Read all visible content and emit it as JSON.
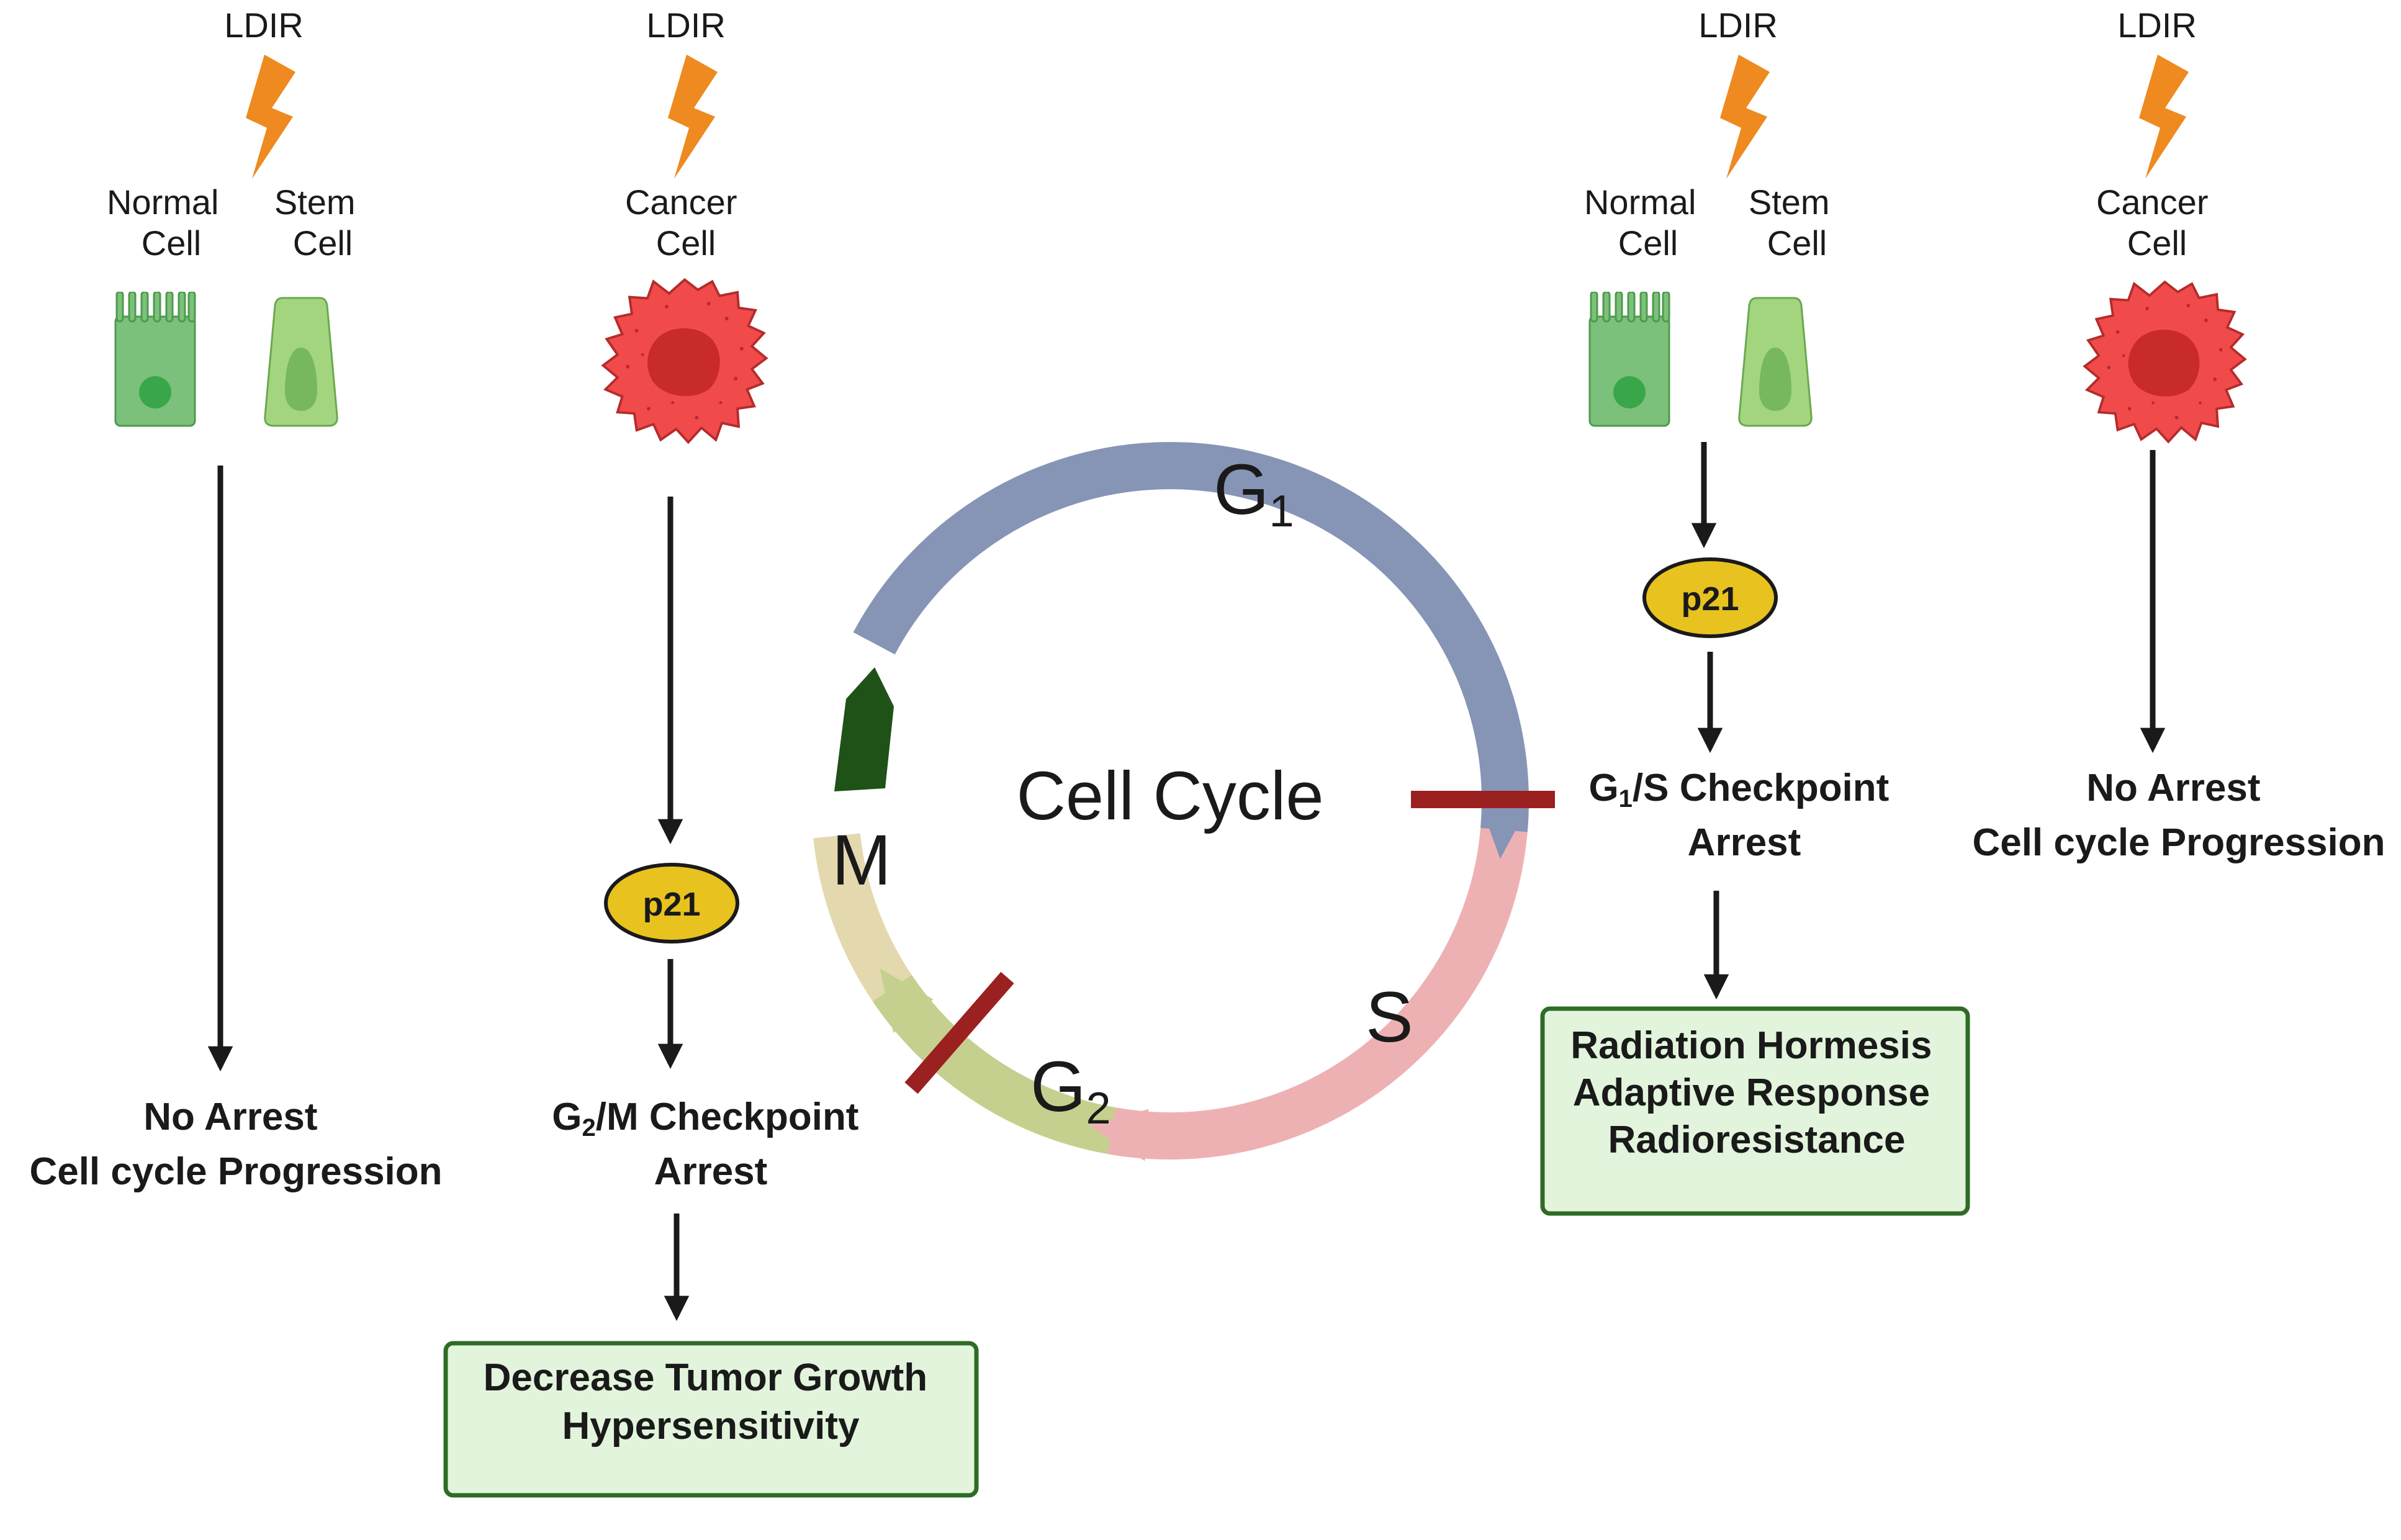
{
  "ldir_label": "LDIR",
  "panels": {
    "normal_stem_left": {
      "normal_label": [
        "Normal",
        "Cell"
      ],
      "stem_label": [
        "Stem",
        "Cell"
      ],
      "outcome": [
        "No Arrest",
        "Cell cycle Progression"
      ]
    },
    "cancer_left": {
      "cancer_label": [
        "Cancer",
        "Cell"
      ],
      "protein": "p21",
      "checkpoint_prefix": "G",
      "checkpoint_sub": "2",
      "checkpoint_suffix": "/M Checkpoint",
      "checkpoint_line2": "Arrest",
      "result_box": [
        "Decrease Tumor Growth",
        "Hypersensitivity"
      ]
    },
    "normal_stem_right": {
      "normal_label": [
        "Normal",
        "Cell"
      ],
      "stem_label": [
        "Stem",
        "Cell"
      ],
      "protein": "p21",
      "checkpoint_prefix": "G",
      "checkpoint_sub": "1",
      "checkpoint_suffix": "/S Checkpoint",
      "checkpoint_line2": "Arrest",
      "result_box": [
        "Radiation Hormesis",
        "Adaptive Response",
        "Radioresistance"
      ]
    },
    "cancer_right": {
      "cancer_label": [
        "Cancer",
        "Cell"
      ],
      "outcome": [
        "No Arrest",
        "Cell cycle Progression"
      ]
    }
  },
  "cell_cycle": {
    "title": "Cell Cycle",
    "phases": [
      {
        "main": "G",
        "sub": "1",
        "color": "#8694b6"
      },
      {
        "main": "S",
        "sub": "",
        "color": "#eeb1b3"
      },
      {
        "main": "G",
        "sub": "2",
        "color": "#c5d08f"
      },
      {
        "main": "M",
        "sub": "",
        "color": "#e4d8ae"
      }
    ],
    "block_color": "#9b2020",
    "dark_segment_color": "#1e5217"
  },
  "colors": {
    "bolt": "#ee8a1f",
    "cancer_cell": "#f04a4a",
    "cancer_nucleus": "#c92a2a",
    "normal_cell": "#7cc17b",
    "stem_cell": "#a3d57f",
    "p21_fill": "#e8c21f",
    "result_box_fill": "#e2f4dc",
    "result_box_stroke": "#2f6b25",
    "arrow": "#1a1a1a"
  }
}
